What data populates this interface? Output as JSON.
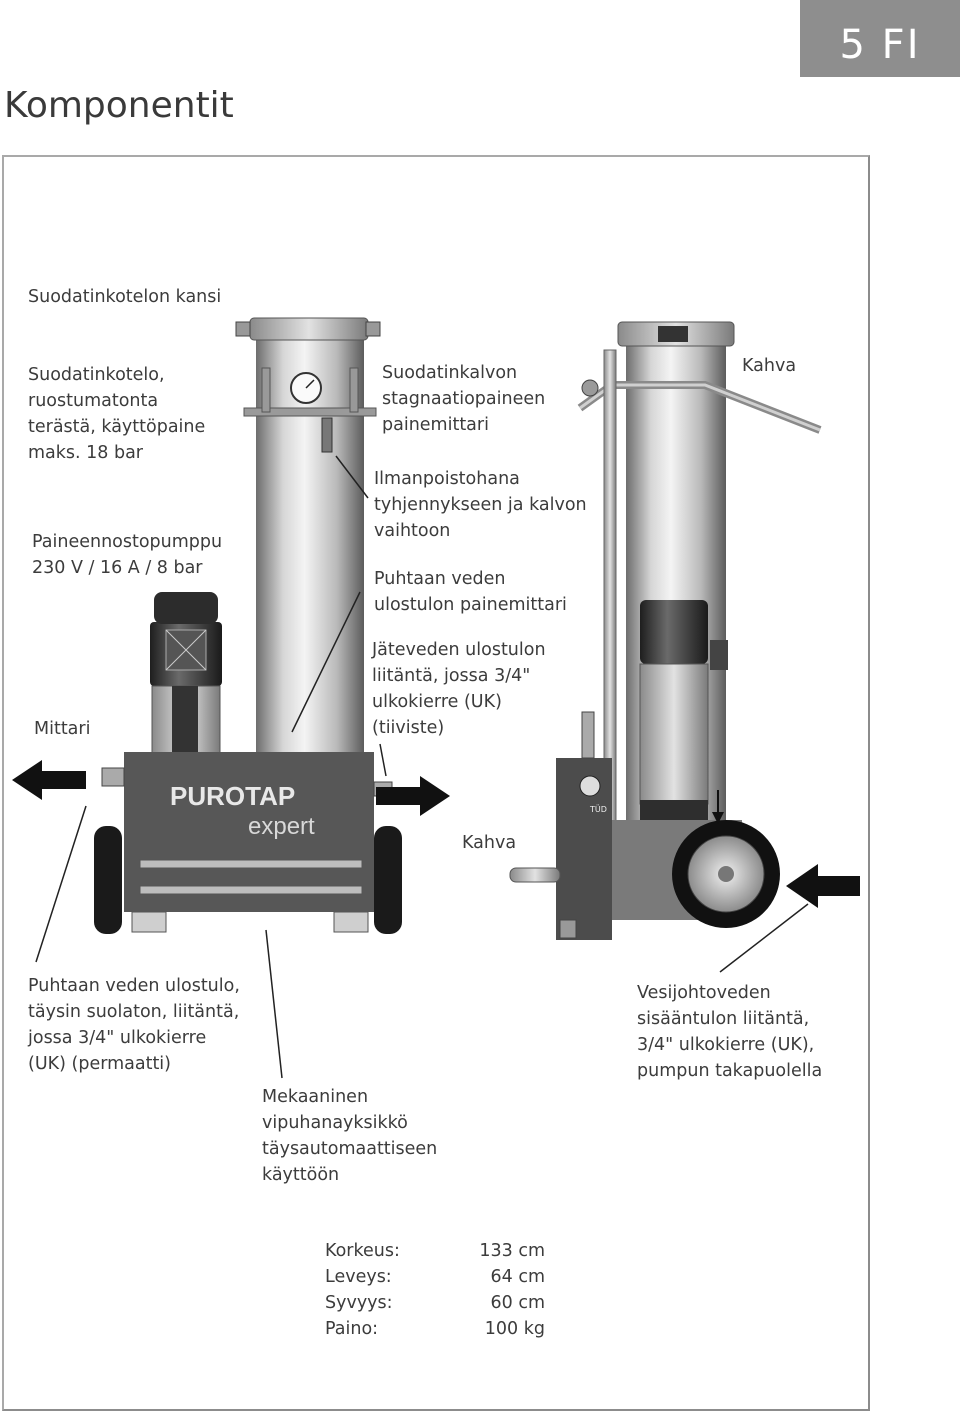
{
  "header": {
    "page_tag": "5 FI",
    "title": "Komponentit"
  },
  "brand": {
    "logo_text": "PUROTAP",
    "logo_sub": "expert",
    "plate_text": "TÜD"
  },
  "labels": {
    "cover": "Suodatinkotelon kansi",
    "housing": [
      "Suodatinkotelo,",
      "ruostumatonta",
      "terästä, käyttöpaine",
      "maks. 18 bar"
    ],
    "pump": [
      "Paineennostopumppu",
      "230 V / 16 A / 8 bar"
    ],
    "gauge": "Mittari",
    "membrane_gauge": [
      "Suodatinkalvon",
      "stagnaatiopaineen",
      "painemittari"
    ],
    "vent": [
      "Ilmanpoistohana",
      "tyhjennykseen ja kalvon",
      "vaihtoon"
    ],
    "clean_gauge": [
      "Puhtaan veden",
      "ulostulon painemittari"
    ],
    "waste": [
      "Jäteveden ulostulon",
      "liitäntä, jossa 3/4\"",
      "ulkokierre (UK)",
      "(tiiviste)"
    ],
    "handle_top": "Kahva",
    "handle_mid": "Kahva",
    "clean_out": [
      "Puhtaan veden ulostulo,",
      "täysin suolaton, liitäntä,",
      "jossa 3/4\" ulkokierre",
      "(UK) (permaatti)"
    ],
    "valve": [
      "Mekaaninen",
      "vipuhanayksikkö",
      "täysautomaattiseen",
      "käyttöön"
    ],
    "inlet": [
      "Vesijohtoveden",
      "sisääntulon liitäntä,",
      "3/4\" ulkokierre (UK),",
      "pumpun takapuolella"
    ]
  },
  "specs": [
    {
      "label": "Korkeus:",
      "value": "133 cm"
    },
    {
      "label": "Leveys:",
      "value": "64 cm"
    },
    {
      "label": "Syvyys:",
      "value": "60 cm"
    },
    {
      "label": "Paino:",
      "value": "100 kg"
    }
  ]
}
